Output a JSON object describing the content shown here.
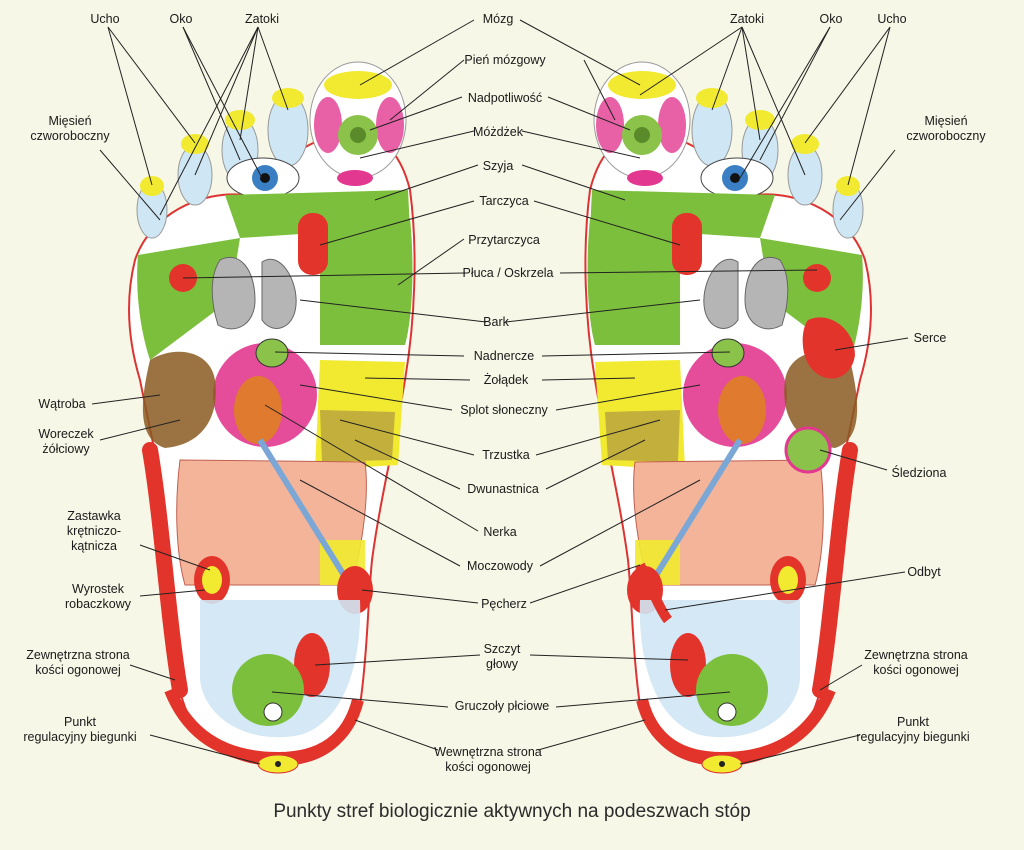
{
  "caption": "Punkty stref biologicznie aktywnych na podeszwach stóp",
  "labels": {
    "ucho": "Ucho",
    "oko": "Oko",
    "zatoki": "Zatoki",
    "miesien": "Mięsień\nczworoboczny",
    "mozg": "Mózg",
    "pien": "Pień mózgowy",
    "nadpotliwosc": "Nadpotliwość",
    "mozdzek": "Móżdżek",
    "szyja": "Szyja",
    "tarczyca": "Tarczyca",
    "przytarczyca": "Przytarczyca",
    "pluca": "Płuca / Oskrzela",
    "bark": "Bark",
    "nadnercze": "Nadnercze",
    "zoladek": "Żołądek",
    "splot": "Splot słoneczny",
    "trzustka": "Trzustka",
    "dwunastnica": "Dwunastnica",
    "nerka": "Nerka",
    "moczowody": "Moczowody",
    "pecherz": "Pęcherz",
    "szczyt": "Szczyt\ngłowy",
    "gruczoly": "Gruczoły płciowe",
    "wewnetrzna": "Wewnętrzna strona\nkości ogonowej",
    "watroba": "Wątroba",
    "woreczek": "Woreczek\nżółciowy",
    "zastawka": "Zastawka\nkrętniczo-\nkątnicza",
    "wyrostek": "Wyrostek\nrobaczkowy",
    "zewnetrzna": "Zewnętrzna strona\nkości ogonowej",
    "punkt": "Punkt\nregulacyjny biegunki",
    "serce": "Serce",
    "sledziona": "Śledziona",
    "odbyt": "Odbyt"
  },
  "colors": {
    "background": "#f6f7e6",
    "sole": "#ffffff",
    "red": "#e3342b",
    "green": "#7cbf3c",
    "yellow": "#f1ea30",
    "magenta": "#e2388f",
    "blue": "#bfe0f2",
    "intestine": "#f4b49a"
  }
}
